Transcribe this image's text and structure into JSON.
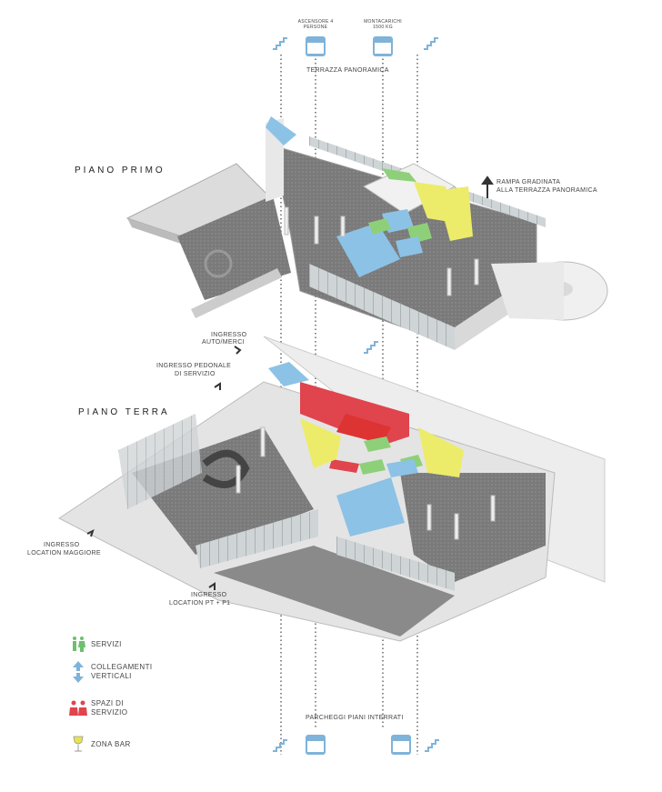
{
  "floors": {
    "primo": "PIANO PRIMO",
    "terra": "PIANO TERRA"
  },
  "top": {
    "ascensore": "ASCENSORE 4 PERSONE",
    "montacarichi": "MONTACARICHI 1500 KG",
    "terrazza": "TERRAZZA PANORAMICA"
  },
  "annotations": {
    "rampa_line1": "RAMPA GRADINATA",
    "rampa_line2": "ALLA TERRAZZA PANORAMICA",
    "ingresso_auto_line1": "INGRESSO",
    "ingresso_auto_line2": "AUTO/MERCI",
    "ingresso_pedonale_line1": "INGRESSO PEDONALE",
    "ingresso_pedonale_line2": "DI SERVIZIO",
    "ingresso_maggiore_line1": "INGRESSO",
    "ingresso_maggiore_line2": "LOCATION MAGGIORE",
    "ingresso_pt_line1": "INGRESSO",
    "ingresso_pt_line2": "LOCATION PT + P1",
    "parcheggi": "PARCHEGGI PIANI INTERRATI"
  },
  "legend": [
    {
      "icon": "restroom-icon",
      "color": "#6fbf6f",
      "line1": "SERVIZI",
      "line2": ""
    },
    {
      "icon": "vertical-arrows-icon",
      "color": "#7fb3d9",
      "line1": "COLLEGAMENTI",
      "line2": "VERTICALI"
    },
    {
      "icon": "service-people-icon",
      "color": "#e0444d",
      "line1": "SPAZI DI",
      "line2": "SERVIZIO"
    },
    {
      "icon": "wine-glass-icon",
      "color": "#e8e24f",
      "line1": "ZONA BAR",
      "line2": ""
    }
  ],
  "colors": {
    "servizi": "#8ed07a",
    "collegamenti": "#8cc2e6",
    "spazi_servizio": "#e0444d",
    "bar": "#ecec6a",
    "floor": "#7d7d7d",
    "wall": "#e6e6e6"
  }
}
